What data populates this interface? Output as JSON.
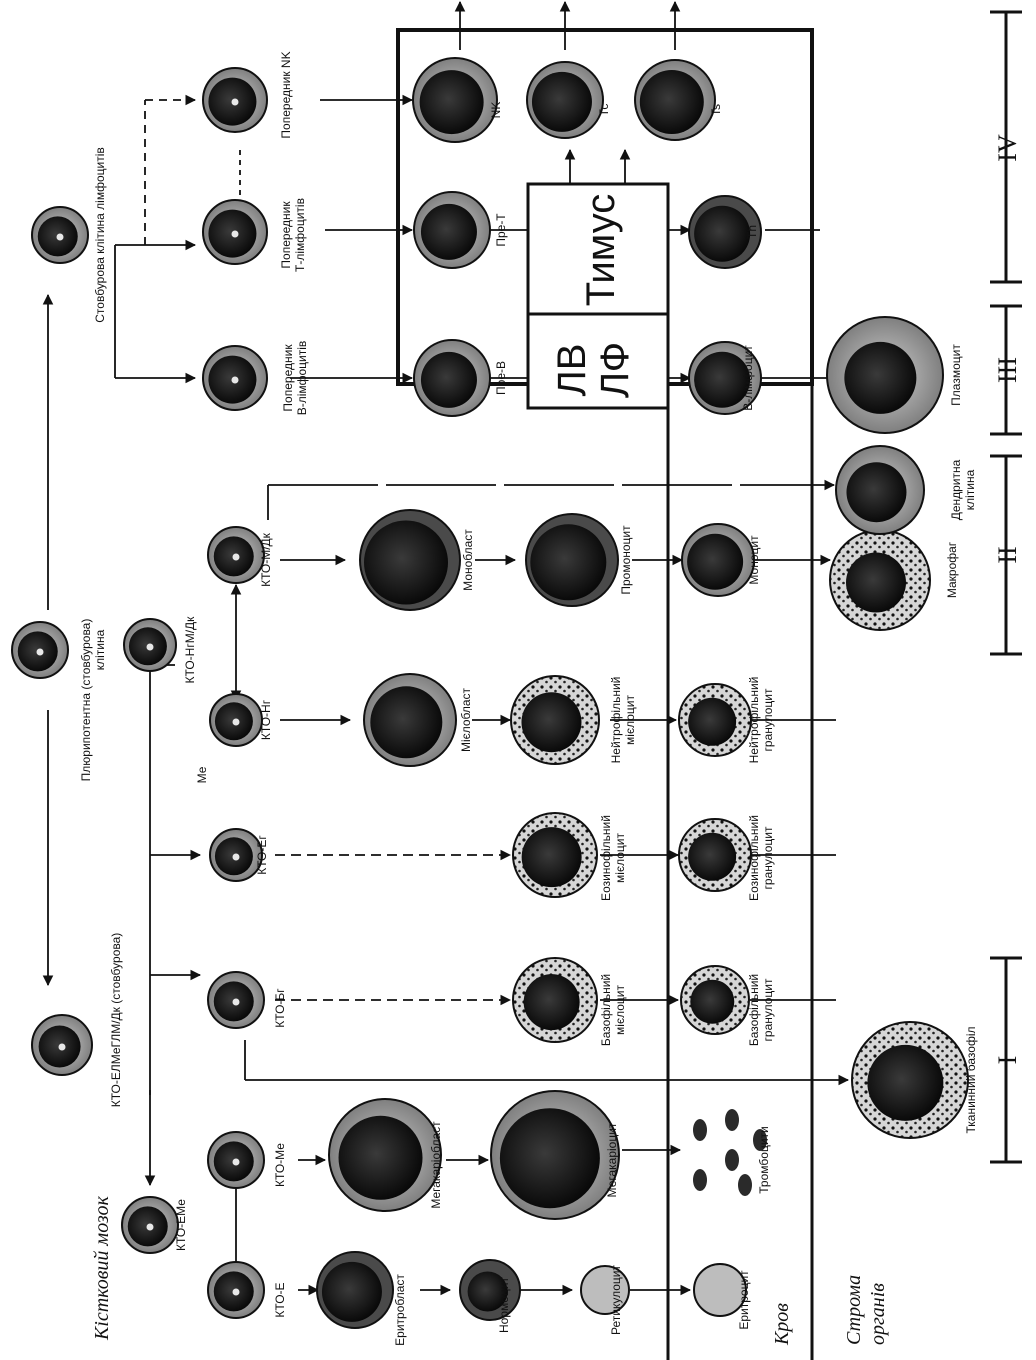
{
  "regions": {
    "bone_marrow": "Кістковий мозок",
    "blood": "Кров",
    "stroma_line1": "Строма",
    "stroma_line2": "органів"
  },
  "organs": {
    "thymus": "Тимус",
    "lv": "ЛВ",
    "lf": "ЛФ"
  },
  "groups": [
    "I",
    "II",
    "III",
    "IV"
  ],
  "cells": {
    "pluripotent_line1": "Плюрипотентна (стовбурова)",
    "pluripotent_line2": "клітина",
    "myeloid_stem": "КТО-ЕЛМеГЛМ/Дк (стовбурова)",
    "lymphoid_stem": "Стовбурова клітина лімфоцитів",
    "kto_eme": "КТО-ЕМе",
    "kto_e": "КТО-Е",
    "kto_me": "КТО-Ме",
    "kto_bg": "КТО-Бг",
    "kto_eg": "КТО-Ег",
    "kto_ngm": "КТО-НгМ/Дк",
    "kto_ng": "КТО-Нг",
    "kto_mdk": "КТО-М/Дк",
    "me": "Ме",
    "erythroblast": "Еритробласт",
    "normocyte": "Нормоцит",
    "reticulocyte": "Ретикулоцит",
    "erythrocyte": "Еритроцит",
    "megakaryoblast": "Мегакаріобласт",
    "megakaryocyte": "Мегакаріоцит",
    "thrombocytes": "Тромбоцити",
    "basophilic_myelocyte_l1": "Базофільний",
    "basophilic_myelocyte_l2": "мієлоцит",
    "basophilic_granulocyte_l1": "Базофільний",
    "basophilic_granulocyte_l2": "гранулоцит",
    "tissue_basophil": "Тканинний базофіл",
    "eosinophilic_myelocyte_l1": "Еозинофільний",
    "eosinophilic_myelocyte_l2": "мієлоцит",
    "eosinophilic_granulocyte_l1": "Еозинофільний",
    "eosinophilic_granulocyte_l2": "гранулоцит",
    "myeloblast": "Мієлобласт",
    "neutrophilic_myelocyte_l1": "Нейтрофільний",
    "neutrophilic_myelocyte_l2": "мієлоцит",
    "neutrophilic_granulocyte_l1": "Нейтрофільний",
    "neutrophilic_granulocyte_l2": "гранулоцит",
    "monoblast": "Монобласт",
    "promonocyte": "Промоноцит",
    "monocyte": "Моноцит",
    "macrophage": "Макрофаг",
    "dendritic_l1": "Дендритна",
    "dendritic_l2": "клітина",
    "b_precursor_l1": "Попередник",
    "b_precursor_l2": "В-лімфоцитів",
    "t_precursor_l1": "Попередник",
    "t_precursor_l2": "Т-лімфоцитів",
    "nk_precursor": "Попередник NK",
    "pre_b": "Пре-В",
    "pre_t": "Пре-Т",
    "b_lymphocyte": "В-лімфоцит",
    "plasmocyte": "Плазмоцит",
    "th": "Тh",
    "nk": "NK",
    "tc": "Тс",
    "ts": "Ts"
  }
}
